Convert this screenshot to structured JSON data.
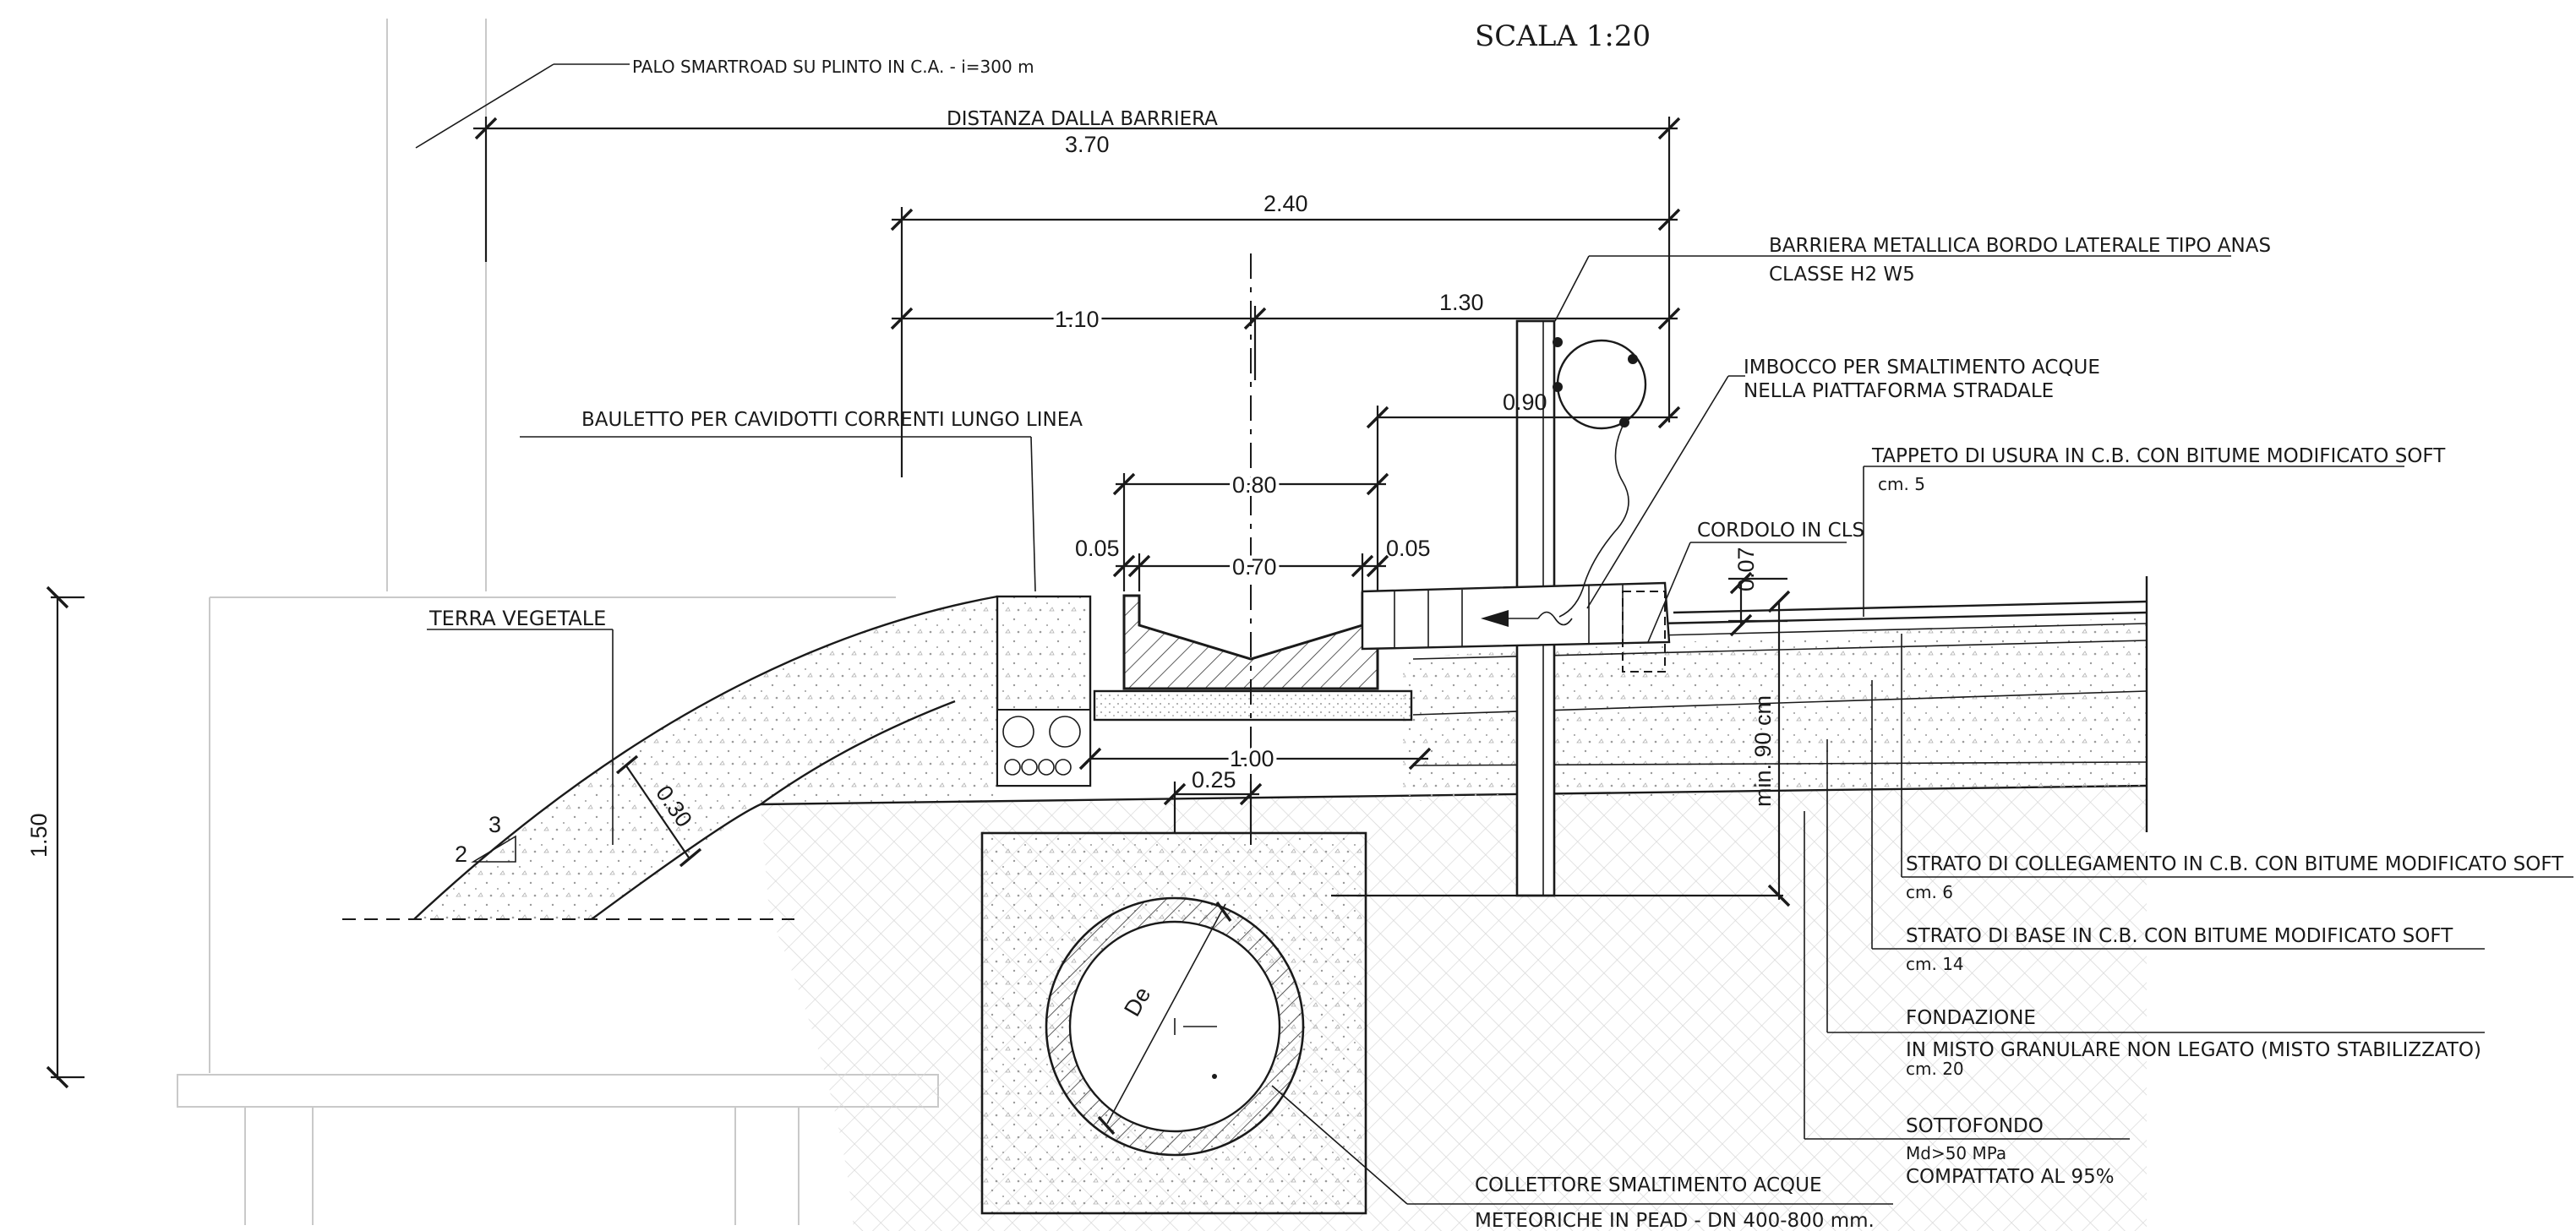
{
  "title": "SCALA 1:20",
  "dimensions": {
    "distance_label": "DISTANZA DALLA BARRIERA",
    "d370": "3.70",
    "d240": "2.40",
    "d110": "1.10",
    "d130": "1.30",
    "d090": "0.90",
    "d080": "0.80",
    "d070": "0.70",
    "d005a": "0.05",
    "d005b": "0.05",
    "d007": "0.07",
    "d100": "1.00",
    "d025": "0.25",
    "d030": "0.30",
    "d150": "1.50",
    "min90": "min. 90 cm",
    "slope_v": "2",
    "slope_h": "3",
    "pipe_de": "De"
  },
  "labels": {
    "palo": "PALO SMARTROAD SU PLINTO IN C.A. - i=300 m",
    "barriera_1": "BARRIERA METALLICA BORDO LATERALE TIPO ANAS",
    "barriera_2": "CLASSE H2 W5",
    "imbocco_1": "IMBOCCO PER SMALTIMENTO ACQUE",
    "imbocco_2": "NELLA PIATTAFORMA STRADALE",
    "bauletto": "BAULETTO PER CAVIDOTTI CORRENTI LUNGO LINEA",
    "tappeto_1": "TAPPETO DI USURA IN C.B. CON BITUME MODIFICATO SOFT",
    "tappeto_2": "cm. 5",
    "cordolo": "CORDOLO IN CLS",
    "terra": "TERRA VEGETALE",
    "collegamento_1": "STRATO DI COLLEGAMENTO IN C.B. CON BITUME MODIFICATO SOFT",
    "collegamento_2": "cm. 6",
    "base_1": "STRATO DI BASE IN C.B. CON BITUME MODIFICATO SOFT",
    "base_2": "cm. 14",
    "fondazione_1": "FONDAZIONE",
    "fondazione_2": "IN MISTO GRANULARE NON LEGATO (MISTO STABILIZZATO)",
    "fondazione_3": "cm. 20",
    "sottofondo_1": "SOTTOFONDO",
    "sottofondo_2": "Md>50 MPa",
    "sottofondo_3": "COMPATTATO AL 95%",
    "collettore_1": "COLLETTORE SMALTIMENTO ACQUE",
    "collettore_2": "METEORICHE IN PEAD - DN 400-800 mm."
  }
}
